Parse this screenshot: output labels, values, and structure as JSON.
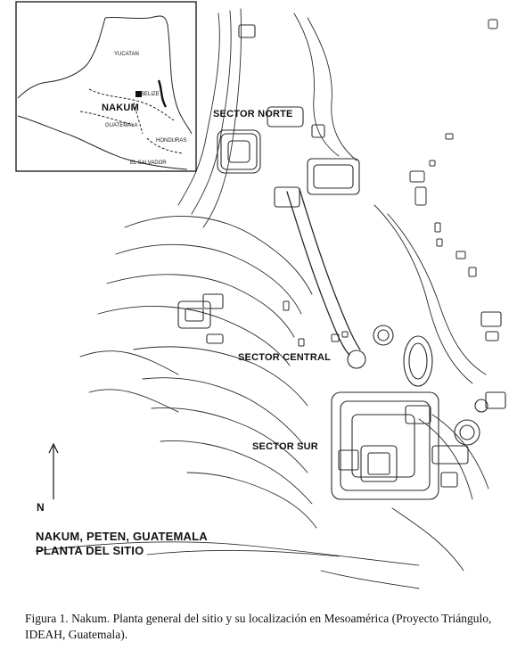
{
  "inset": {
    "labels": {
      "yucatan": "YUCATAN",
      "belize": "BELIZE",
      "nakum": "NAKUM",
      "guatemala": "GUATEMALA",
      "honduras": "HONDURAS",
      "el_salvador": "EL SALVADOR"
    }
  },
  "sectors": {
    "norte": "SECTOR NORTE",
    "central": "SECTOR CENTRAL",
    "sur": "SECTOR SUR"
  },
  "north_arrow": {
    "label": "N"
  },
  "site_title": {
    "line1": "NAKUM, PETEN, GUATEMALA",
    "line2": "PLANTA DEL SITIO"
  },
  "caption": "Figura 1. Nakum. Planta general del sitio y su localización en Mesoamérica (Proyecto Triángulo, IDEAH, Guatemala)."
}
